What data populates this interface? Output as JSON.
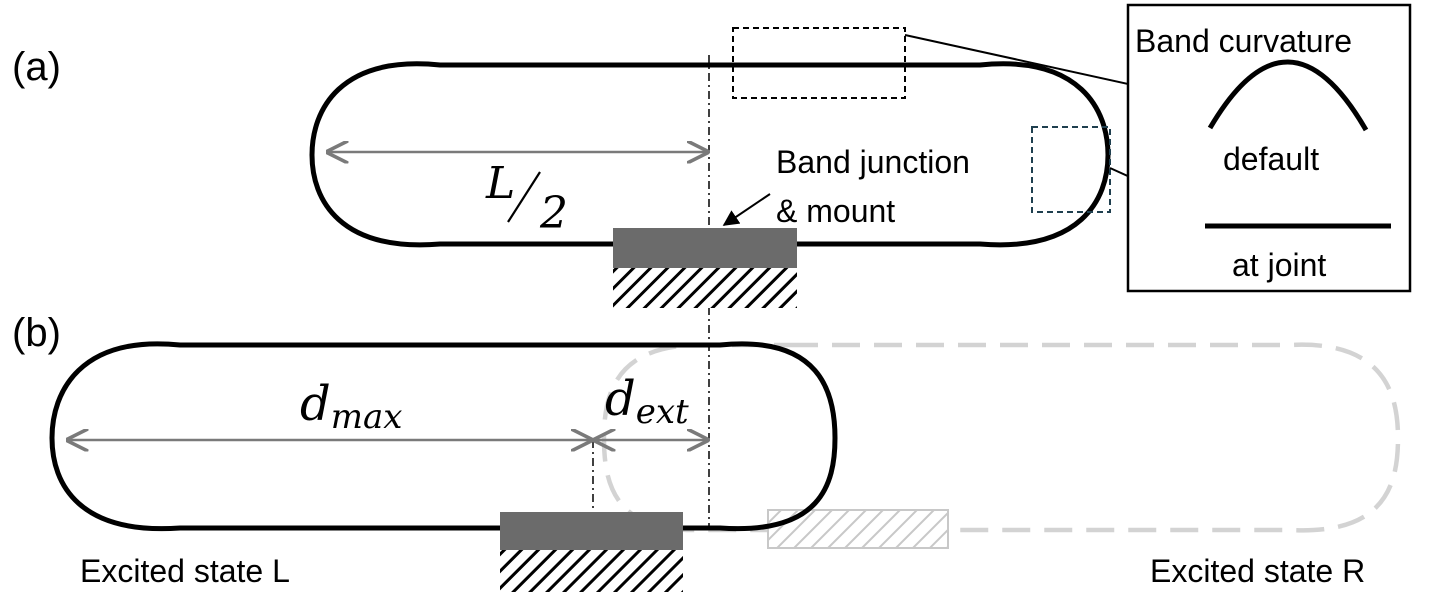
{
  "panels": {
    "a_label": "(a)",
    "b_label": "(b)"
  },
  "labels": {
    "half_length_var": "L",
    "half_length_den": "2",
    "band_junction_line1": "Band junction",
    "band_junction_line2": "& mount",
    "d_max_var": "d",
    "d_max_sub": "max",
    "d_ext_var": "d",
    "d_ext_sub": "ext",
    "state_left": "Excited state L",
    "state_right": "Excited state R"
  },
  "inset": {
    "title": "Band curvature",
    "default_label": "default",
    "joint_label": "at joint"
  },
  "colors": {
    "band": "#000000",
    "ghost": "#d3d3d3",
    "mount": "#6b6b6b",
    "dimension_arrow": "#7a7a7a",
    "highlight_box_dark": "#1f3f4f"
  }
}
